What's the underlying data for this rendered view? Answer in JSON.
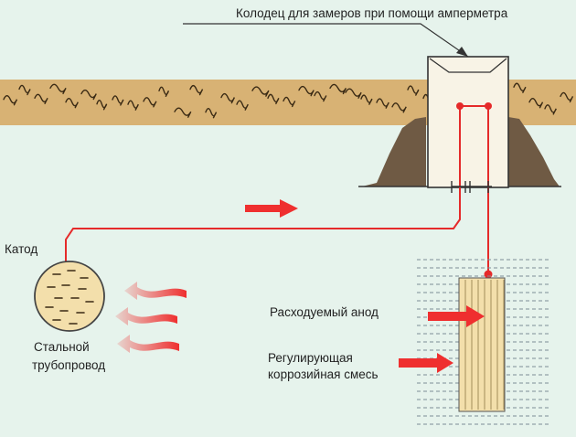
{
  "labels": {
    "measuring_well": "Колодец для замеров при помощи амперметра",
    "cathode": "Катод",
    "pipe_line1": "Стальной",
    "pipe_line2": "трубопровод",
    "anode": "Расходуемый анод",
    "mix_line1": "Регулирующая",
    "mix_line2": "коррозийная смесь"
  },
  "colors": {
    "background": "#e6f3ec",
    "soil": "#d8b274",
    "soil_texture": "#3a2a14",
    "mound": "#6f5a44",
    "well_box": "#f8f3e6",
    "anode": "#f3dfab",
    "wire": "#e52a2a",
    "arrow": "#ef2f2f",
    "backfill": "#7c8c96"
  },
  "icons": [
    "current-arrow-icon",
    "corrosion-arrows-icon",
    "anode-arrow-icon",
    "mix-arrow-icon"
  ]
}
